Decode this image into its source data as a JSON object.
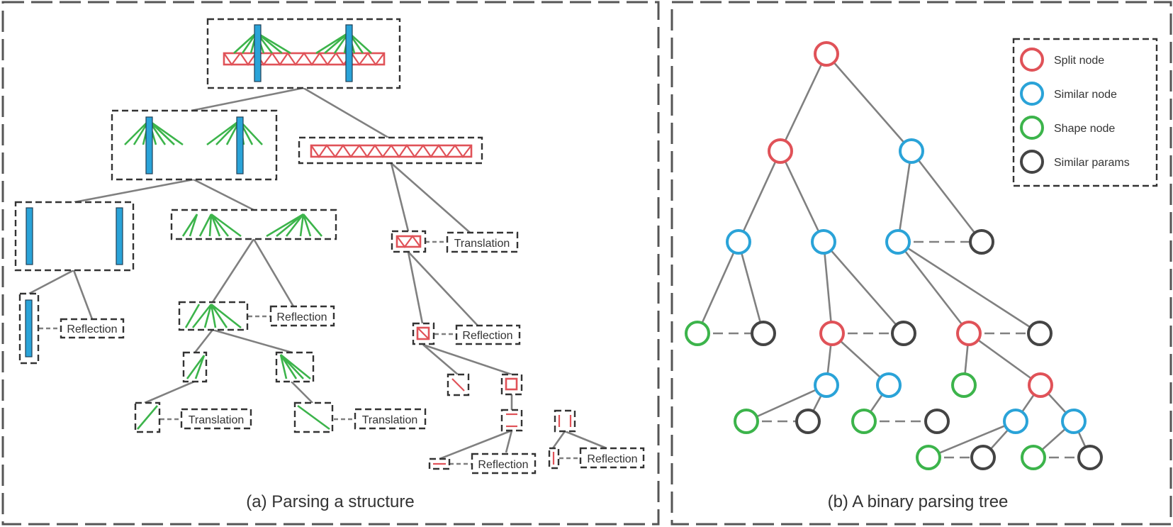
{
  "panel_a": {
    "caption": "(a) Parsing a structure",
    "op_labels": {
      "translation": "Translation",
      "reflection": "Reflection"
    }
  },
  "panel_b": {
    "caption": "(b) A binary parsing tree",
    "legend": [
      {
        "key": "split",
        "label": "Split node",
        "color": "#e05258"
      },
      {
        "key": "similar",
        "label": "Similar node",
        "color": "#2aa3d8"
      },
      {
        "key": "shape",
        "label": "Shape node",
        "color": "#3cb44b"
      },
      {
        "key": "params",
        "label": "Similar params",
        "color": "#444444"
      }
    ]
  },
  "colors": {
    "pylon": "#2aa3d8",
    "cable": "#3cb44b",
    "truss": "#e05258",
    "edge": "#808080",
    "frame": "#555555"
  }
}
